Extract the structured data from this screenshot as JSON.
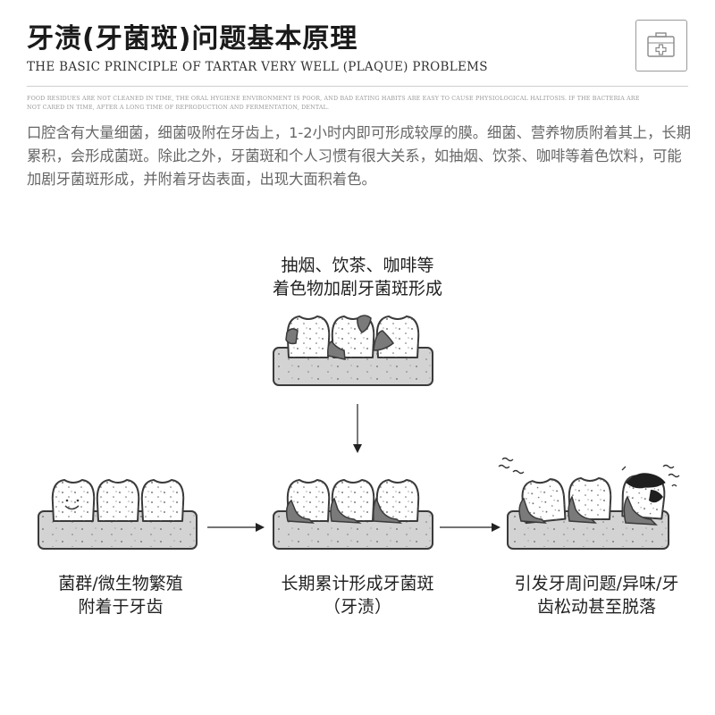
{
  "header": {
    "title": "牙渍(牙菌斑)问题基本原理",
    "subtitle": "THE BASIC PRINCIPLE OF TARTAR VERY WELL (PLAQUE) PROBLEMS",
    "fine_print": "FOOD RESIDUES ARE NOT CLEANED IN TIME, THE ORAL HYGIENE ENVIRONMENT IS POOR, AND BAD EATING HABITS ARE EASY TO CAUSE PHYSIOLOGICAL HALITOSIS. IF THE BACTERIA ARE NOT CARED IN TIME, AFTER A LONG TIME OF REPRODUCTION AND FERMENTATION, DENTAL.",
    "icon": "first-aid-kit-icon"
  },
  "intro": "口腔含有大量细菌，细菌吸附在牙齿上，1-2小时内即可形成较厚的膜。细菌、营养物质附着其上，长期累积，会形成菌斑。除此之外，牙菌斑和个人习惯有很大关系，如抽烟、饮茶、咖啡等着色饮料，可能加剧牙菌斑形成，并附着牙齿表面，出现大面积着色。",
  "stages": {
    "top": {
      "line1": "抽烟、饮茶、咖啡等",
      "line2": "着色物加剧牙菌斑形成"
    },
    "left": {
      "line1": "菌群/微生物繁殖",
      "line2": "附着于牙齿"
    },
    "middle": {
      "line1": "长期累计形成牙菌斑",
      "line2": "（牙渍）"
    },
    "right": {
      "line1": "引发牙周问题/异味/牙",
      "line2": "齿松动甚至脱落"
    }
  },
  "colors": {
    "gum": "#d3d3d3",
    "plaque": "#7a7a7a",
    "decay": "#1e1e1e",
    "outline": "#3a3a3a"
  }
}
